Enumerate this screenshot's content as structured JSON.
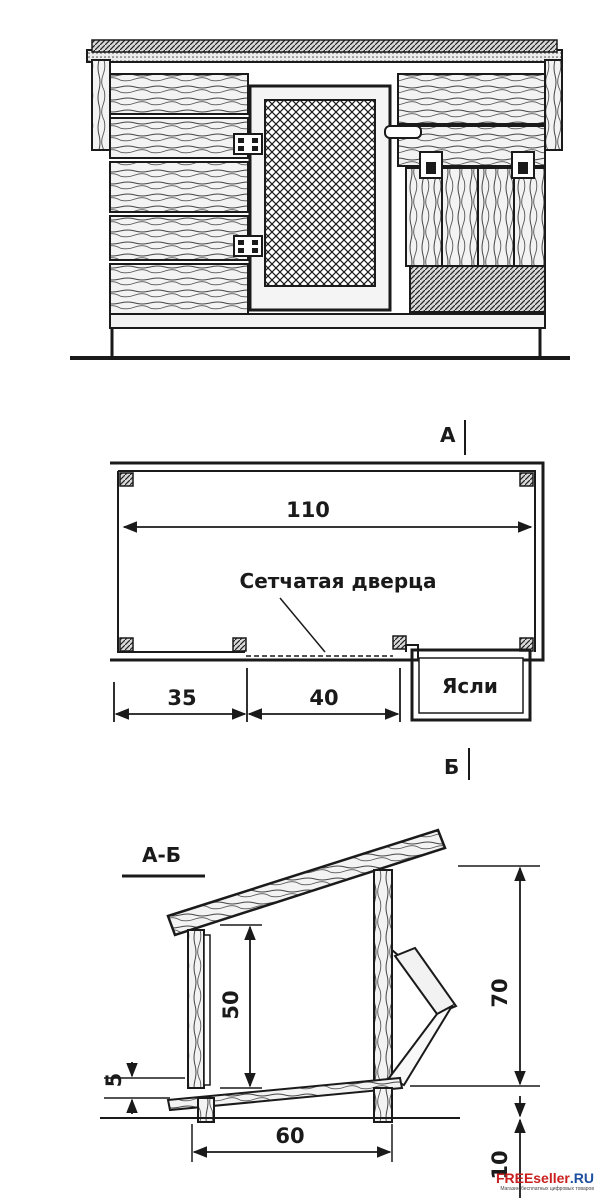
{
  "section_markers": {
    "a": "А",
    "b": "Б"
  },
  "plan": {
    "width_dim": "110",
    "mesh_door_label": "Сетчатая дверца",
    "manger_label": "Ясли",
    "left_dim": "35",
    "door_dim": "40"
  },
  "section": {
    "title": "А-Б",
    "inner_height_dim": "50",
    "total_height_dim": "70",
    "floor_thickness_dim": "5",
    "depth_dim": "60",
    "leg_height_dim": "10"
  },
  "watermark": {
    "brand": "FREEseller",
    "brand_tld": ".RU",
    "tagline": "Магазин бесплатных цифровых товаров"
  }
}
